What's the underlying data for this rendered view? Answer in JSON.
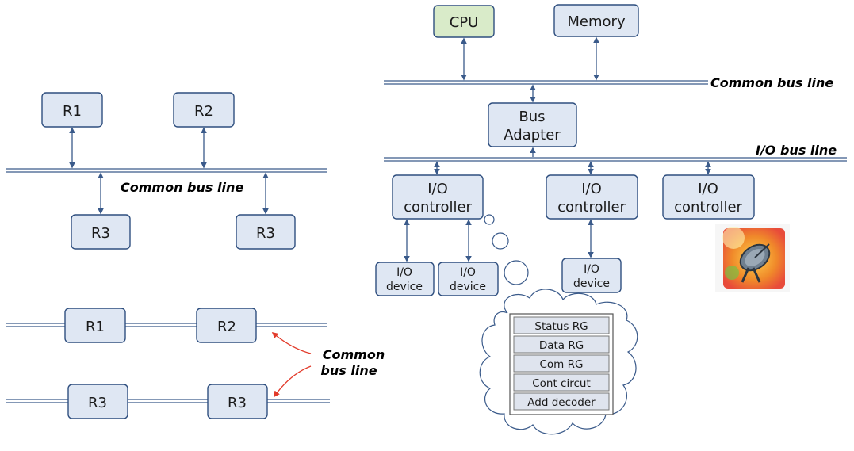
{
  "left_top": {
    "r1": "R1",
    "r2": "R2",
    "r3a": "R3",
    "r3b": "R3",
    "bus_label": "Common bus line"
  },
  "left_bottom": {
    "r1": "R1",
    "r2": "R2",
    "r3a": "R3",
    "r3b": "R3",
    "bus_label_line1": "Common",
    "bus_label_line2": "bus line"
  },
  "right": {
    "cpu": "CPU",
    "memory": "Memory",
    "common_bus_label": "Common bus line",
    "bus_adapter_line1": "Bus",
    "bus_adapter_line2": "Adapter",
    "io_bus_label": "I/O bus line",
    "controller_line1": "I/O",
    "controller_line2": "controller",
    "device_line1": "I/O",
    "device_line2": "device",
    "registers": [
      "Status RG",
      "Data RG",
      "Com RG",
      "Cont circut",
      "Add decoder"
    ]
  },
  "colors": {
    "box_fill": "#dfe7f3",
    "cpu_fill": "#d9ebc9",
    "line": "#3a5a8a",
    "red_arrow": "#e23a2a"
  },
  "icons": [
    "satellite-dish-icon"
  ]
}
